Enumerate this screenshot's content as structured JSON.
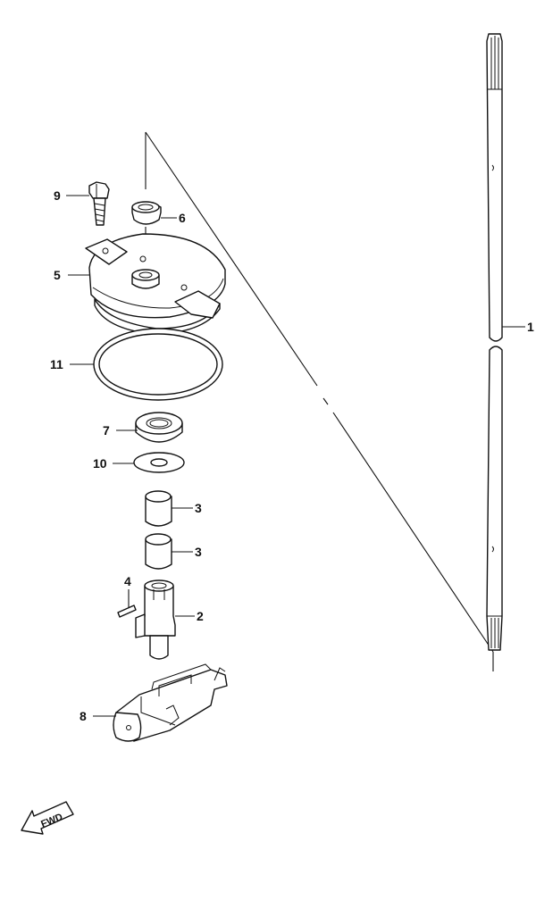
{
  "callouts": {
    "c1": "1",
    "c2": "2",
    "c3a": "3",
    "c3b": "3",
    "c4": "4",
    "c5": "5",
    "c6": "6",
    "c7": "7",
    "c8": "8",
    "c9": "9",
    "c10": "10",
    "c11": "11"
  },
  "fwd": {
    "label": "FWD"
  }
}
